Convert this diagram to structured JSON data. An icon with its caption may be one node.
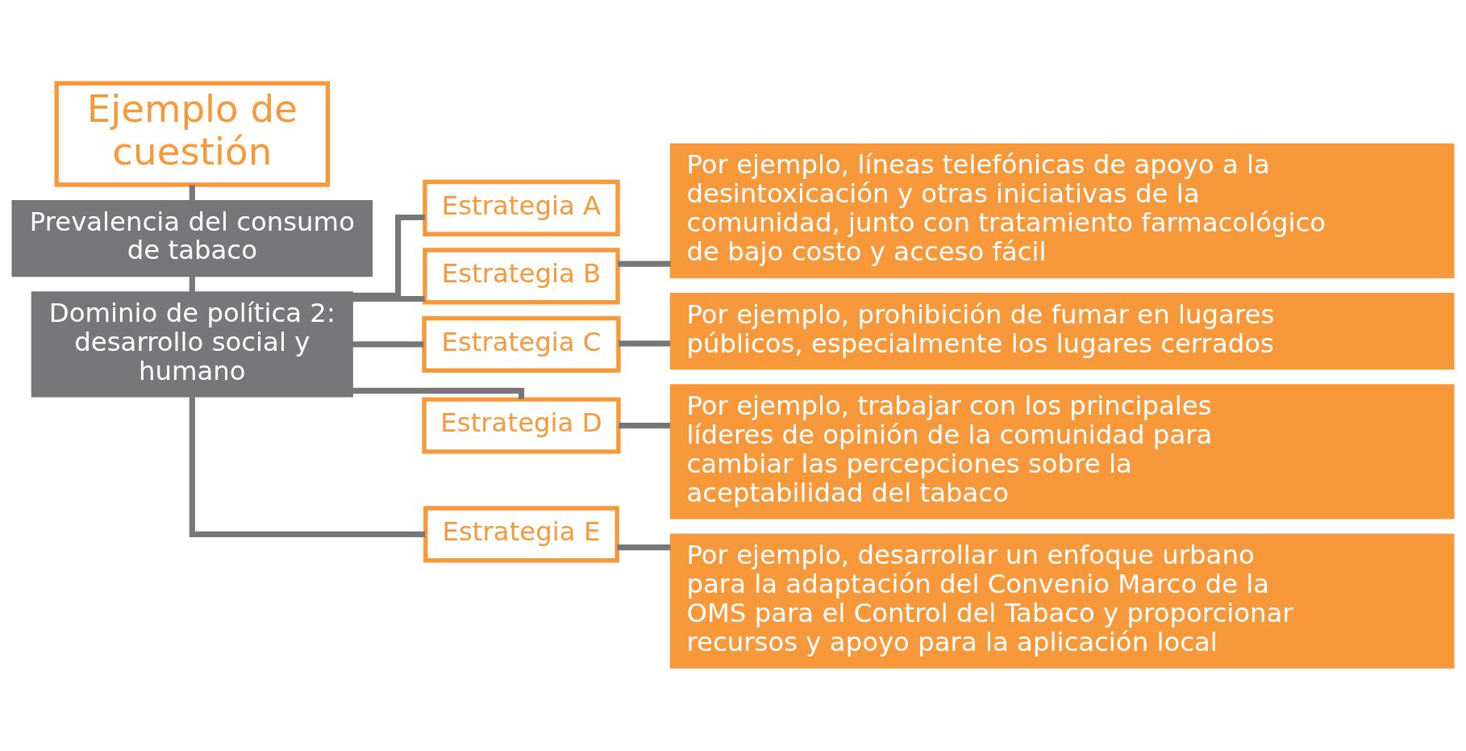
{
  "diagram": {
    "nodes": [
      {
        "text": [
          "Ejemplo de cuestión"
        ]
      },
      {
        "text": [
          "Prevalencia del consumo de tabaco"
        ]
      },
      {
        "text": [
          "Dominio de política 2: desarrollo social y humano"
        ]
      },
      {
        "text": [
          "Estrategia A"
        ]
      },
      {
        "text": [
          "Estrategia B"
        ]
      },
      {
        "text": [
          "Estrategia C"
        ]
      },
      {
        "text": [
          "Estrategia D"
        ]
      },
      {
        "text": [
          "Estrategia E"
        ]
      },
      {
        "text": [
          "Por ejemplo, líneas telefónicas de apoyo a la desintoxicación y otras iniciativas de la comunidad, junto con tratamiento farmacológico de bajo costo y acceso fácil"
        ]
      },
      {
        "text": [
          "Por ejemplo, prohibición de fumar en lugares públicos, especialmente los lugares cerrados"
        ]
      },
      {
        "text": [
          "Por ejemplo, trabajar con los principales líderes de opinión de la comunidad para cambiar las percepciones sobre la aceptabilidad del tabaco"
        ]
      },
      {
        "text": [
          "Por ejemplo, desarrollar un enfoque urbano para la adaptación del Convenio Marco de la OMS para el Control del Tabaco y proporcionar recursos y apoyo para la aplicación local"
        ]
      }
    ],
    "edges": [
      {
        "from": 0,
        "to": 1,
        "arrow": "none"
      },
      {
        "from": 1,
        "to": 2,
        "arrow": "none"
      },
      {
        "from": 2,
        "to": 3,
        "arrow": "none"
      },
      {
        "from": 2,
        "to": 4,
        "arrow": "none"
      },
      {
        "from": 2,
        "to": 5,
        "arrow": "none"
      },
      {
        "from": 2,
        "to": 6,
        "arrow": "none"
      },
      {
        "from": 2,
        "to": 7,
        "arrow": "none"
      },
      {
        "from": 4,
        "to": 8,
        "arrow": "none"
      },
      {
        "from": 5,
        "to": 9,
        "arrow": "none"
      },
      {
        "from": 6,
        "to": 10,
        "arrow": "none"
      },
      {
        "from": 7,
        "to": 11,
        "arrow": "none"
      }
    ]
  }
}
